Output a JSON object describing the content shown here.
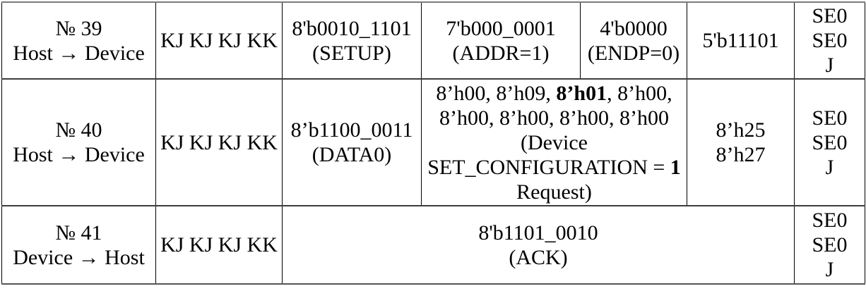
{
  "title": "USB packet transaction table",
  "colors": {
    "text": "#000000",
    "grid_vertical": "#000000",
    "grid_horizontal": "#3c3c3c",
    "background": "#ffffff"
  },
  "table": {
    "rows": [
      {
        "number": "№ 39",
        "direction": "Host → Device",
        "sync": "KJ KJ KJ KK",
        "pid": "8'b0010_1101",
        "pid_name": "(SETUP)",
        "addr": "7'b000_0001",
        "addr_name": "(ADDR=1)",
        "endp": "4'b0000",
        "endp_name": "(ENDP=0)",
        "crc5": "5'b11101",
        "eop": [
          "SE0",
          "SE0",
          "J"
        ]
      },
      {
        "number": "№ 40",
        "direction": "Host → Device",
        "sync": "KJ KJ KJ KK",
        "pid": "8’b1100_0011",
        "pid_name": "(DATA0)",
        "data": {
          "line1_a": "8’h00, 8’h09, ",
          "line1_bold": "8’h01",
          "line1_b": ", 8’h00,",
          "line2": "8’h00, 8’h00, 8’h00, 8’h00",
          "line3": "(Device",
          "line4_a": "SET_CONFIGURATION = ",
          "line4_bold": "1",
          "line5": "Request)"
        },
        "crc16": [
          "8’h25",
          "8’h27"
        ],
        "eop": [
          "SE0",
          "SE0",
          "J"
        ]
      },
      {
        "number": "№ 41",
        "direction": "Device → Host",
        "sync": "KJ KJ KJ KK",
        "pid": "8'b1101_0010",
        "pid_name": "(ACK)",
        "eop": [
          "SE0",
          "SE0",
          "J"
        ]
      }
    ]
  }
}
